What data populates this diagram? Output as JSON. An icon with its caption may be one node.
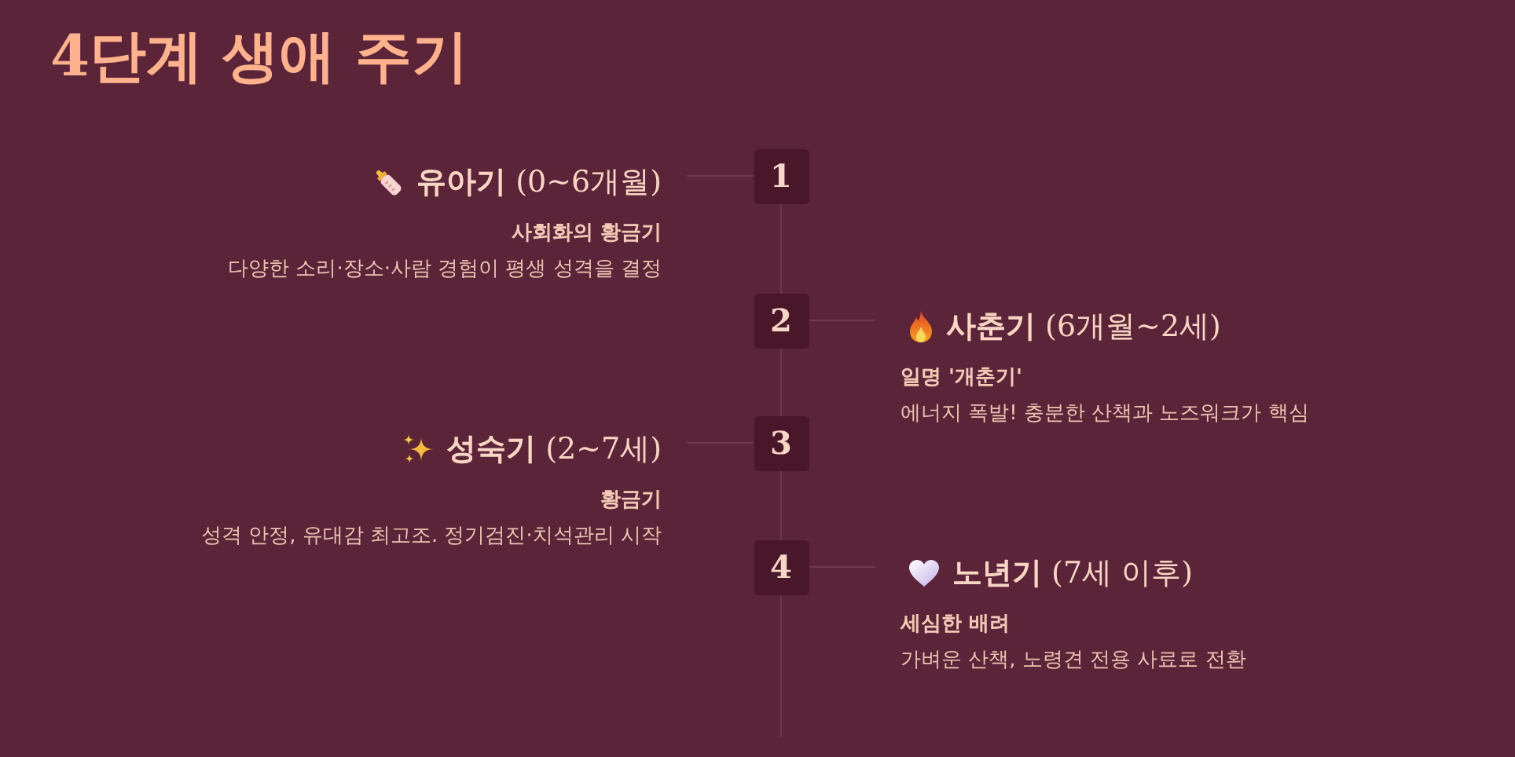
{
  "diagram": {
    "title": "4단계 생애 주기",
    "nodes": [
      {
        "text": [
          "1"
        ]
      },
      {
        "text": [
          "**유아기** (0~6개월)",
          "사회화의 황금기",
          "다양한 소리·장소·사람 경험이 평생 성격을 결정"
        ]
      },
      {
        "text": [
          "2"
        ]
      },
      {
        "text": [
          "**사춘기** (6개월~2세)",
          "일명 '개춘기'",
          "에너지 폭발! 충분한 산책과 노즈워크가 핵심"
        ]
      },
      {
        "text": [
          "3"
        ]
      },
      {
        "text": [
          "**성숙기** (2~7세)",
          "황금기",
          "성격 안정, 유대감 최고조. 정기검진·치석관리 시작"
        ]
      },
      {
        "text": [
          "4"
        ]
      },
      {
        "text": [
          "**노년기** (7세 이후)",
          "세심한 배려",
          "가벼운 산책, 노령견 전용 사료로 전환"
        ]
      }
    ],
    "edges": [
      {
        "from": 0,
        "to": 1,
        "arrow": "none"
      },
      {
        "from": 2,
        "to": 3,
        "arrow": "none"
      },
      {
        "from": 4,
        "to": 5,
        "arrow": "none"
      },
      {
        "from": 6,
        "to": 7,
        "arrow": "none"
      }
    ]
  }
}
